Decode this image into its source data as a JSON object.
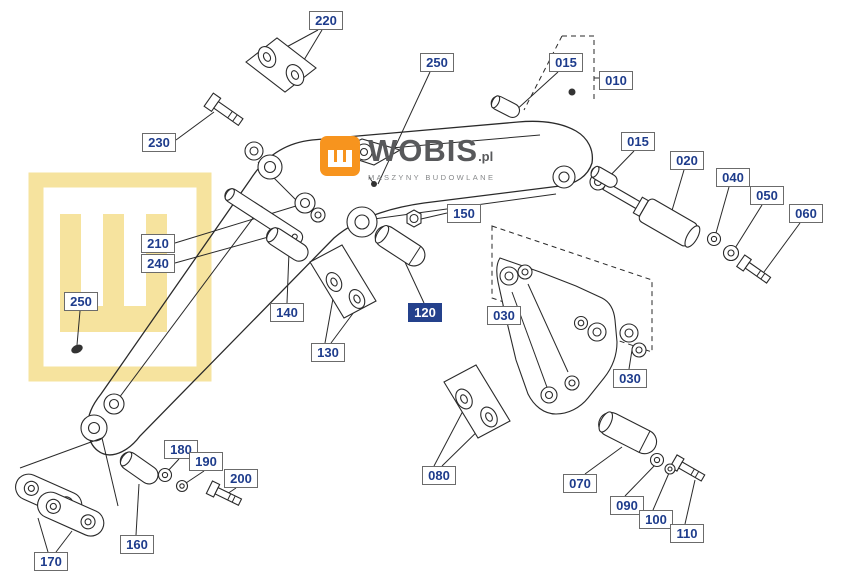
{
  "logo": {
    "brand": "WOBIS",
    "tld": ".pl",
    "tagline": "MASZYNY BUDOWLANE",
    "mark_color": "#f7941e",
    "text_color": "#58595b"
  },
  "watermark": {
    "shape": "wobis-w-mark",
    "color": "#efc93f"
  },
  "colors": {
    "label_text": "#1e3c8c",
    "label_border": "#6b6b6b",
    "highlight_bg": "#24418c",
    "highlight_text": "#ffffff",
    "line_color": "#2a2a2a"
  },
  "diagram": {
    "type": "exploded-parts-diagram",
    "subject": "excavator boom assembly"
  },
  "labels": [
    {
      "text": "220",
      "highlighted": false
    },
    {
      "text": "250",
      "highlighted": false
    },
    {
      "text": "015",
      "highlighted": false
    },
    {
      "text": "010",
      "highlighted": false
    },
    {
      "text": "230",
      "highlighted": false
    },
    {
      "text": "015",
      "highlighted": false
    },
    {
      "text": "020",
      "highlighted": false
    },
    {
      "text": "040",
      "highlighted": false
    },
    {
      "text": "050",
      "highlighted": false
    },
    {
      "text": "060",
      "highlighted": false
    },
    {
      "text": "210",
      "highlighted": false
    },
    {
      "text": "240",
      "highlighted": false
    },
    {
      "text": "150",
      "highlighted": false
    },
    {
      "text": "250",
      "highlighted": false
    },
    {
      "text": "140",
      "highlighted": false
    },
    {
      "text": "120",
      "highlighted": true
    },
    {
      "text": "130",
      "highlighted": false
    },
    {
      "text": "030",
      "highlighted": false
    },
    {
      "text": "030",
      "highlighted": false
    },
    {
      "text": "080",
      "highlighted": false
    },
    {
      "text": "070",
      "highlighted": false
    },
    {
      "text": "090",
      "highlighted": false
    },
    {
      "text": "100",
      "highlighted": false
    },
    {
      "text": "110",
      "highlighted": false
    },
    {
      "text": "180",
      "highlighted": false
    },
    {
      "text": "190",
      "highlighted": false
    },
    {
      "text": "200",
      "highlighted": false
    },
    {
      "text": "160",
      "highlighted": false
    },
    {
      "text": "170",
      "highlighted": false
    }
  ]
}
